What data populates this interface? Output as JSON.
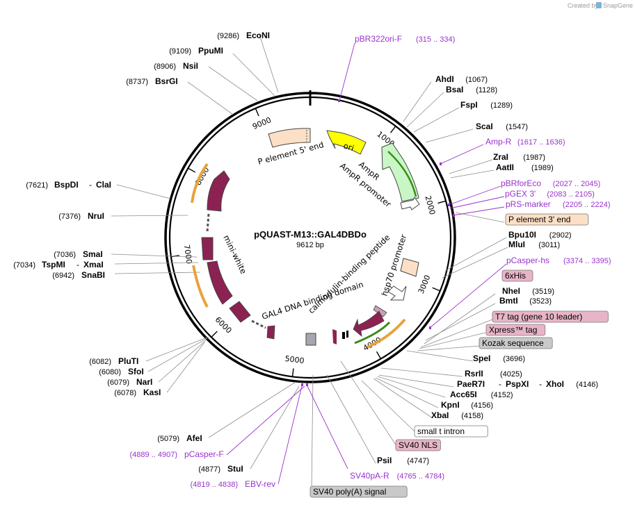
{
  "credit": {
    "prefix": "Created by",
    "brand": "SnapGene"
  },
  "plasmid": {
    "name": "pQUAST-M13::GAL4DBDo",
    "size": "9612 bp",
    "length": 9612
  },
  "ticks": [
    "1000",
    "2000",
    "3000",
    "4000",
    "5000",
    "6000",
    "7000",
    "8000",
    "9000"
  ],
  "colors": {
    "backbone": "#000000",
    "feature_purple": "#8b2252",
    "promoter": "#ffffff",
    "ampr": "#c8f7c5",
    "ori": "#ffff00",
    "p_element": "#fce0c6",
    "primer": "#9932cc",
    "tag_pink": "#e8b4c8",
    "tag_gray": "#c9c9c9",
    "tag_peach": "#fce0c6"
  },
  "right_labels": [
    {
      "kind": "enzyme",
      "name": "AhdI",
      "pos": "(1067)"
    },
    {
      "kind": "enzyme",
      "name": "BsaI",
      "pos": "(1128)"
    },
    {
      "kind": "enzyme",
      "name": "FspI",
      "pos": "(1289)"
    },
    {
      "kind": "enzyme",
      "name": "ScaI",
      "pos": "(1547)"
    },
    {
      "kind": "primer",
      "name": "Amp-R",
      "pos": "(1617 .. 1636)"
    },
    {
      "kind": "enzyme",
      "name": "ZraI",
      "pos": "(1987)"
    },
    {
      "kind": "enzyme",
      "name": "AatII",
      "pos": "(1989)"
    },
    {
      "kind": "primer",
      "name": "pBRforEco",
      "pos": "(2027 .. 2045)"
    },
    {
      "kind": "primer",
      "name": "pGEX 3'",
      "pos": "(2083 .. 2105)"
    },
    {
      "kind": "primer",
      "name": "pRS-marker",
      "pos": "(2205 .. 2224)"
    },
    {
      "kind": "box",
      "name": "P element 3' end",
      "pos": "",
      "color": "#fce0c6"
    },
    {
      "kind": "enzyme",
      "name": "Bpu10I",
      "pos": "(2902)"
    },
    {
      "kind": "enzyme",
      "name": "MluI",
      "pos": "(3011)"
    },
    {
      "kind": "primer",
      "name": "pCasper-hs",
      "pos": "(3374 .. 3395)"
    },
    {
      "kind": "box",
      "name": "6xHis",
      "pos": "",
      "color": "#e8b4c8"
    },
    {
      "kind": "enzyme",
      "name": "NheI",
      "pos": "(3519)"
    },
    {
      "kind": "enzyme",
      "name": "BmtI",
      "pos": "(3523)"
    },
    {
      "kind": "box",
      "name": "T7 tag (gene 10 leader)",
      "pos": "",
      "color": "#e8b4c8"
    },
    {
      "kind": "box",
      "name": "Xpress™ tag",
      "pos": "",
      "color": "#e8b4c8"
    },
    {
      "kind": "box",
      "name": "Kozak sequence",
      "pos": "",
      "color": "#c9c9c9"
    },
    {
      "kind": "enzyme",
      "name": "SpeI",
      "pos": "(3696)"
    },
    {
      "kind": "enzyme",
      "name": "RsrII",
      "pos": "(4025)"
    },
    {
      "kind": "enzyme",
      "name": "PaeR7I",
      "pos": ""
    },
    {
      "kind": "enzyme",
      "name": "PspXI",
      "pos": ""
    },
    {
      "kind": "enzyme",
      "name": "XhoI",
      "pos": "(4146)"
    },
    {
      "kind": "enzyme",
      "name": "Acc65I",
      "pos": "(4152)"
    },
    {
      "kind": "enzyme",
      "name": "KpnI",
      "pos": "(4156)"
    },
    {
      "kind": "enzyme",
      "name": "XbaI",
      "pos": "(4158)"
    },
    {
      "kind": "box",
      "name": "small t intron",
      "pos": "",
      "color": "#ffffff"
    },
    {
      "kind": "box",
      "name": "SV40 NLS",
      "pos": "",
      "color": "#e8b4c8"
    },
    {
      "kind": "enzyme",
      "name": "PsiI",
      "pos": "(4747)"
    },
    {
      "kind": "primer",
      "name": "SV40pA-R",
      "pos": "(4765 .. 4784)"
    },
    {
      "kind": "box",
      "name": "SV40 poly(A) signal",
      "pos": "",
      "color": "#c9c9c9"
    }
  ],
  "left_labels": [
    {
      "kind": "enzyme",
      "name": "EcoNI",
      "pos": "(9286)"
    },
    {
      "kind": "enzyme",
      "name": "PpuMI",
      "pos": "(9109)"
    },
    {
      "kind": "enzyme",
      "name": "NsiI",
      "pos": "(8906)"
    },
    {
      "kind": "enzyme",
      "name": "BsrGI",
      "pos": "(8737)"
    },
    {
      "kind": "enzyme",
      "name": "BspDI",
      "pos": "(7621)"
    },
    {
      "kind": "enzyme",
      "name": "ClaI",
      "pos": ""
    },
    {
      "kind": "enzyme",
      "name": "NruI",
      "pos": "(7376)"
    },
    {
      "kind": "enzyme",
      "name": "SmaI",
      "pos": "(7036)"
    },
    {
      "kind": "enzyme",
      "name": "TspMI",
      "pos": "(7034)"
    },
    {
      "kind": "enzyme",
      "name": "XmaI",
      "pos": ""
    },
    {
      "kind": "enzyme",
      "name": "SnaBI",
      "pos": "(6942)"
    },
    {
      "kind": "enzyme",
      "name": "PluTI",
      "pos": "(6082)"
    },
    {
      "kind": "enzyme",
      "name": "SfoI",
      "pos": "(6080)"
    },
    {
      "kind": "enzyme",
      "name": "NarI",
      "pos": "(6079)"
    },
    {
      "kind": "enzyme",
      "name": "KasI",
      "pos": "(6078)"
    },
    {
      "kind": "enzyme",
      "name": "AfeI",
      "pos": "(5079)"
    },
    {
      "kind": "primer",
      "name": "pCasper-F",
      "pos": "(4889 .. 4907)"
    },
    {
      "kind": "enzyme",
      "name": "StuI",
      "pos": "(4877)"
    },
    {
      "kind": "primer",
      "name": "EBV-rev",
      "pos": "(4819 .. 4838)"
    }
  ],
  "top_primer": {
    "name": "pBR322ori-F",
    "pos": "(315 .. 334)"
  },
  "feature_labels": {
    "p5": "P element 5' end",
    "ori": "ori",
    "ampr": "AmpR",
    "ampr_promoter": "AmpR promoter",
    "hsp70": "hsp70 promoter",
    "cbp": "calmodulin-binding peptide",
    "gal4": "GAL4 DNA binding domain",
    "mini_white": "mini-white"
  }
}
